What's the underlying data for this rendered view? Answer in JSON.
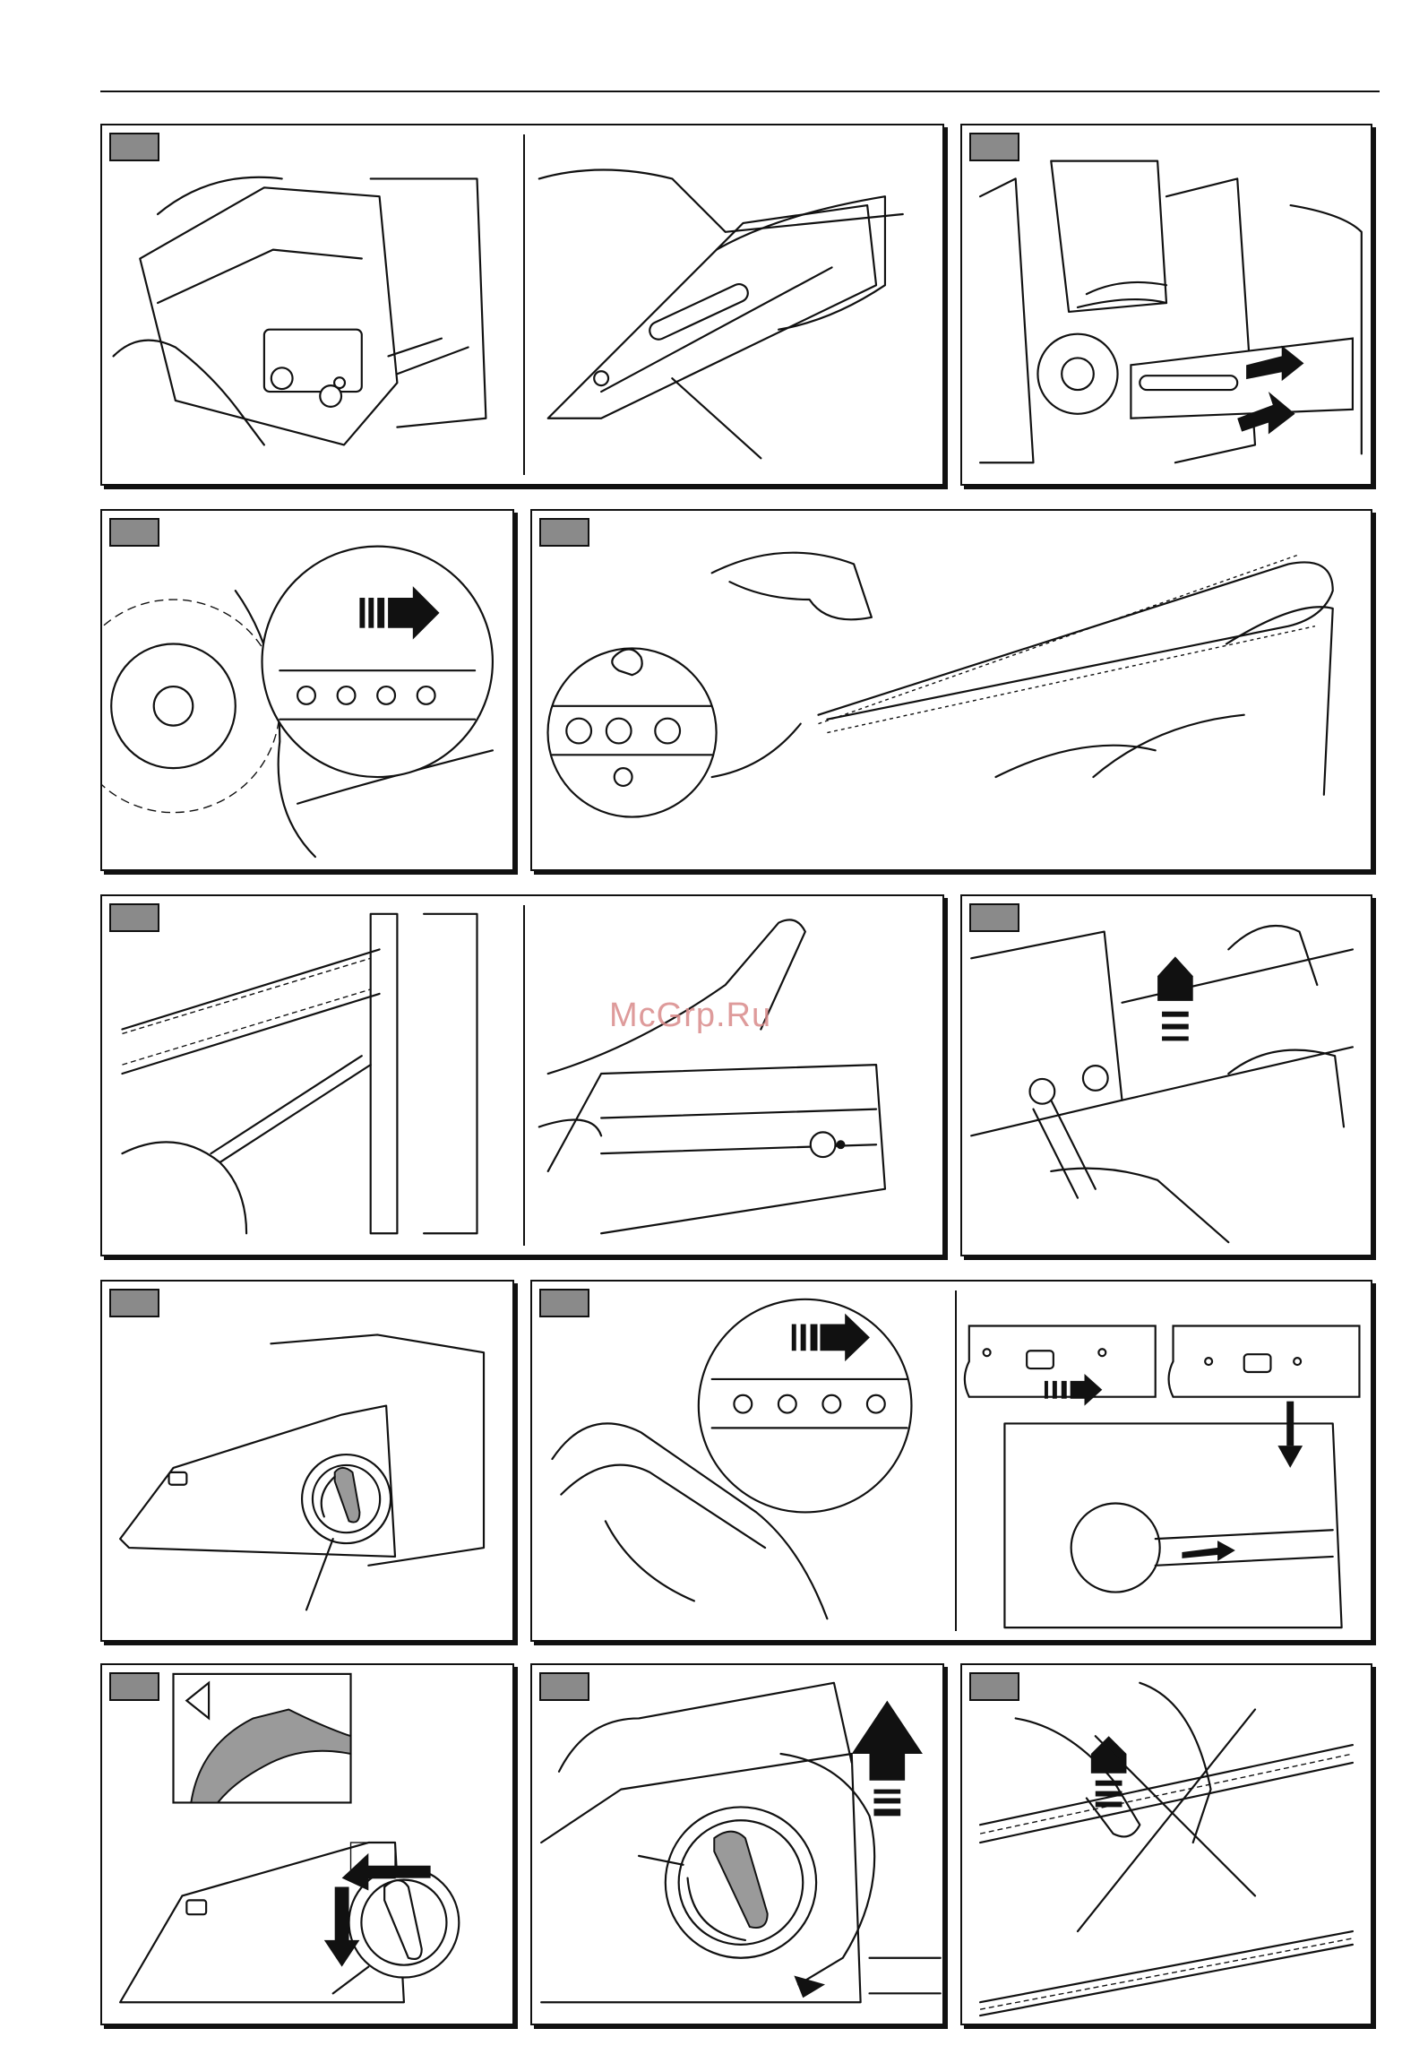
{
  "watermark": "McGrp.Ru",
  "colors": {
    "line": "#111111",
    "tab": "#8a8a8a",
    "watermark": "#d98a8a"
  },
  "panels": [
    {
      "id": "p1",
      "subject": "remove-clutch-cover"
    },
    {
      "id": "p2",
      "subject": "bar-and-sprocket"
    },
    {
      "id": "p3",
      "subject": "fit-chain-direction"
    },
    {
      "id": "p4",
      "subject": "fit-bar-and-chain"
    },
    {
      "id": "p5",
      "subject": "adjust-screw-tension"
    },
    {
      "id": "p6",
      "subject": "tighten-bar-nuts"
    },
    {
      "id": "p7",
      "subject": "tensioning-wheel-cover"
    },
    {
      "id": "p8",
      "subject": "chain-direction-and-bar"
    },
    {
      "id": "p9",
      "subject": "tension-wheel-detail"
    },
    {
      "id": "p10",
      "subject": "rotate-tension-wheel"
    },
    {
      "id": "p11",
      "subject": "incorrect-chain-lift"
    }
  ]
}
